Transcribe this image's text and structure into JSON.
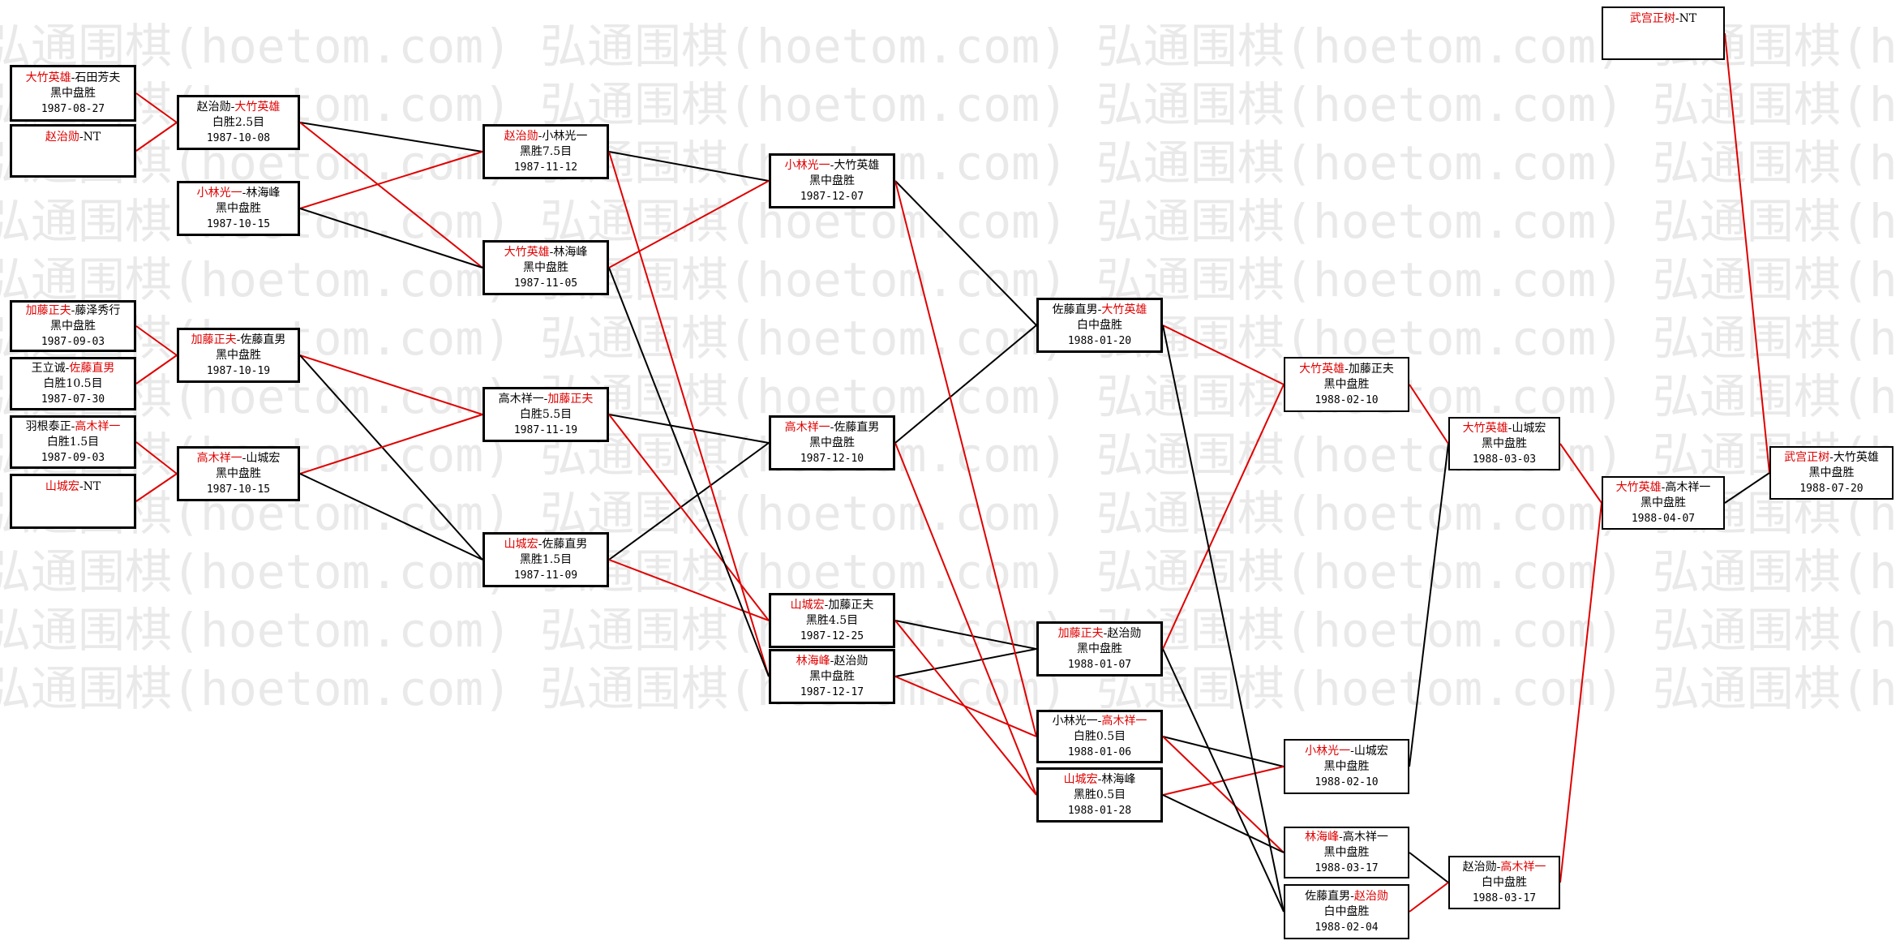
{
  "watermark_text": "弘通围棋(hoetom.com)",
  "colors": {
    "win_line": "#e00000",
    "loss_line": "#000000",
    "winner_text": "#e00000"
  },
  "games": [
    {
      "id": "c1r1",
      "p1": "大竹英雄",
      "p2": "石田芳夫",
      "winner": 1,
      "result": "黑中盘胜",
      "date": "1987-08-27"
    },
    {
      "id": "c1r2",
      "p1": "赵治勋",
      "p2": "NT",
      "winner": 1,
      "result": "",
      "date": ""
    },
    {
      "id": "c1r3",
      "p1": "加藤正夫",
      "p2": "藤泽秀行",
      "winner": 1,
      "result": "黑中盘胜",
      "date": "1987-09-03"
    },
    {
      "id": "c1r4",
      "p1": "王立诚",
      "p2": "佐藤直男",
      "winner": 2,
      "result": "白胜10.5目",
      "date": "1987-07-30"
    },
    {
      "id": "c1r5",
      "p1": "羽根泰正",
      "p2": "高木祥一",
      "winner": 2,
      "result": "白胜1.5目",
      "date": "1987-09-03"
    },
    {
      "id": "c1r6",
      "p1": "山城宏",
      "p2": "NT",
      "winner": 1,
      "result": "",
      "date": ""
    },
    {
      "id": "c2r1",
      "p1": "赵治勋",
      "p2": "大竹英雄",
      "winner": 2,
      "result": "白胜2.5目",
      "date": "1987-10-08"
    },
    {
      "id": "c2r2",
      "p1": "小林光一",
      "p2": "林海峰",
      "winner": 1,
      "result": "黑中盘胜",
      "date": "1987-10-15"
    },
    {
      "id": "c2r3",
      "p1": "加藤正夫",
      "p2": "佐藤直男",
      "winner": 1,
      "result": "黑中盘胜",
      "date": "1987-10-19"
    },
    {
      "id": "c2r4",
      "p1": "高木祥一",
      "p2": "山城宏",
      "winner": 1,
      "result": "黑中盘胜",
      "date": "1987-10-15"
    },
    {
      "id": "c3r1",
      "p1": "赵治勋",
      "p2": "小林光一",
      "winner": 1,
      "result": "黑胜7.5目",
      "date": "1987-11-12"
    },
    {
      "id": "c3r2",
      "p1": "大竹英雄",
      "p2": "林海峰",
      "winner": 1,
      "result": "黑中盘胜",
      "date": "1987-11-05"
    },
    {
      "id": "c3r3",
      "p1": "高木祥一",
      "p2": "加藤正夫",
      "winner": 2,
      "result": "白胜5.5目",
      "date": "1987-11-19"
    },
    {
      "id": "c3r4",
      "p1": "山城宏",
      "p2": "佐藤直男",
      "winner": 1,
      "result": "黑胜1.5目",
      "date": "1987-11-09"
    },
    {
      "id": "c4r1",
      "p1": "小林光一",
      "p2": "大竹英雄",
      "winner": 1,
      "result": "黑中盘胜",
      "date": "1987-12-07"
    },
    {
      "id": "c4r2",
      "p1": "高木祥一",
      "p2": "佐藤直男",
      "winner": 1,
      "result": "黑中盘胜",
      "date": "1987-12-10"
    },
    {
      "id": "c4r3",
      "p1": "山城宏",
      "p2": "加藤正夫",
      "winner": 1,
      "result": "黑胜4.5目",
      "date": "1987-12-25"
    },
    {
      "id": "c4r4",
      "p1": "林海峰",
      "p2": "赵治勋",
      "winner": 1,
      "result": "黑中盘胜",
      "date": "1987-12-17"
    },
    {
      "id": "c5r1",
      "p1": "佐藤直男",
      "p2": "大竹英雄",
      "winner": 2,
      "result": "白中盘胜",
      "date": "1988-01-20"
    },
    {
      "id": "c5r2",
      "p1": "加藤正夫",
      "p2": "赵治勋",
      "winner": 1,
      "result": "黑中盘胜",
      "date": "1988-01-07"
    },
    {
      "id": "c5r3",
      "p1": "小林光一",
      "p2": "高木祥一",
      "winner": 2,
      "result": "白胜0.5目",
      "date": "1988-01-06"
    },
    {
      "id": "c5r4",
      "p1": "山城宏",
      "p2": "林海峰",
      "winner": 1,
      "result": "黑胜0.5目",
      "date": "1988-01-28"
    },
    {
      "id": "c6r1",
      "p1": "大竹英雄",
      "p2": "加藤正夫",
      "winner": 1,
      "result": "黑中盘胜",
      "date": "1988-02-10"
    },
    {
      "id": "c6r2",
      "p1": "小林光一",
      "p2": "山城宏",
      "winner": 1,
      "result": "黑中盘胜",
      "date": "1988-02-10"
    },
    {
      "id": "c6r3",
      "p1": "林海峰",
      "p2": "高木祥一",
      "winner": 1,
      "result": "黑中盘胜",
      "date": "1988-03-17"
    },
    {
      "id": "c6r4",
      "p1": "佐藤直男",
      "p2": "赵治勋",
      "winner": 2,
      "result": "白中盘胜",
      "date": "1988-02-04"
    },
    {
      "id": "c7r1",
      "p1": "大竹英雄",
      "p2": "山城宏",
      "winner": 1,
      "result": "黑中盘胜",
      "date": "1988-03-03"
    },
    {
      "id": "c7r2",
      "p1": "赵治勋",
      "p2": "高木祥一",
      "winner": 2,
      "result": "白中盘胜",
      "date": "1988-03-17"
    },
    {
      "id": "c8r1",
      "p1": "大竹英雄",
      "p2": "高木祥一",
      "winner": 1,
      "result": "黑中盘胜",
      "date": "1988-04-07"
    },
    {
      "id": "c9r1",
      "p1": "武宫正树",
      "p2": "NT",
      "winner": 1,
      "result": "",
      "date": ""
    },
    {
      "id": "c9r2",
      "p1": "武宫正树",
      "p2": "大竹英雄",
      "winner": 1,
      "result": "黑中盘胜",
      "date": "1988-07-20"
    }
  ]
}
